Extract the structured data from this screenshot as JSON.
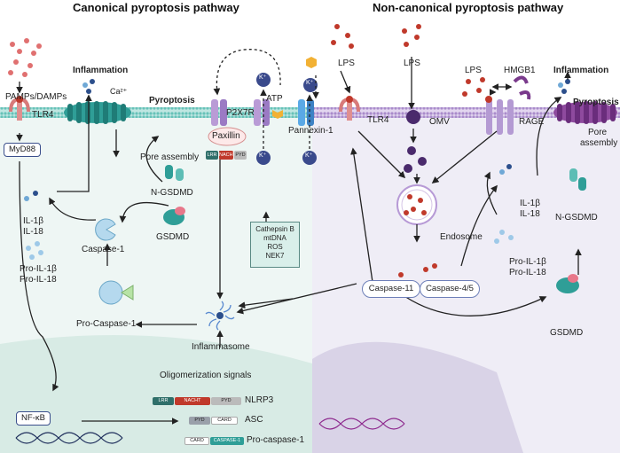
{
  "titles": {
    "canonical": "Canonical pyroptosis pathway",
    "noncanonical": "Non-canonical pyroptosis pathway"
  },
  "canonical": {
    "pamps": "PAMPs/DAMPs",
    "inflammation": "Inflammation",
    "ca": "Ca²⁺",
    "tlr4": "TLR4",
    "pyroptosis": "Pyroptosis",
    "myd88": "MyD88",
    "pore_assembly": "Pore assembly",
    "il1b": "IL-1β",
    "il18": "IL-18",
    "pro_il1b": "Pro-IL-1β",
    "pro_il18": "Pro-IL-18",
    "caspase1": "Caspase-1",
    "n_gsdmd": "N-GSDMD",
    "gsdmd": "GSDMD",
    "pro_caspase1": "Pro-Caspase-1",
    "p2x7r": "P2X7R",
    "atp": "ATP",
    "paxillin": "Paxillin",
    "pannexin": "Pannexin-1",
    "k_plus": "K⁺",
    "stimuli": [
      "Cathepsin B",
      "mtDNA",
      "ROS",
      "NEK7"
    ],
    "inflammasome": "Inflammasome",
    "oligomerization": "Oligomerization signals",
    "nfkb": "NF-κB",
    "nlrp3": "NLRP3",
    "asc": "ASC",
    "pro_caspase1_gene": "Pro-caspase-1",
    "domains": {
      "lrr": "LRR",
      "nacht": "NACHT",
      "pyd": "PYD",
      "card": "CARD",
      "caspase1": "CASPASE-1"
    }
  },
  "noncanonical": {
    "lps": "LPS",
    "omv": "OMV",
    "hmgb1": "HMGB1",
    "tlr4": "TLR4",
    "rage": "RAGE",
    "inflammation": "Inflammation",
    "pyroptosis": "Pyroptosis",
    "pore_assembly_1": "Pore",
    "pore_assembly_2": "assembly",
    "endosome": "Endosome",
    "il1b": "IL-1β",
    "il18": "IL-18",
    "n_gsdmd": "N-GSDMD",
    "pro_il1b": "Pro-IL-1β",
    "pro_il18": "Pro-IL-18",
    "caspase11": "Caspase-11",
    "caspase45": "Caspase-4/5",
    "gsdmd": "GSDMD"
  },
  "colors": {
    "membrane_teal": "#8fd3cc",
    "membrane_purple": "#c9b4e0",
    "cyto_left": "#eef6f4",
    "cyto_right": "#efedf6",
    "nucleus_left": "#d6e9e3",
    "nucleus_right": "#d8d2e6",
    "pore_teal": "#2f9e97",
    "pore_purple": "#8e4a9e",
    "lps_red": "#c0392b",
    "dark_navy": "#1f2f5c"
  }
}
